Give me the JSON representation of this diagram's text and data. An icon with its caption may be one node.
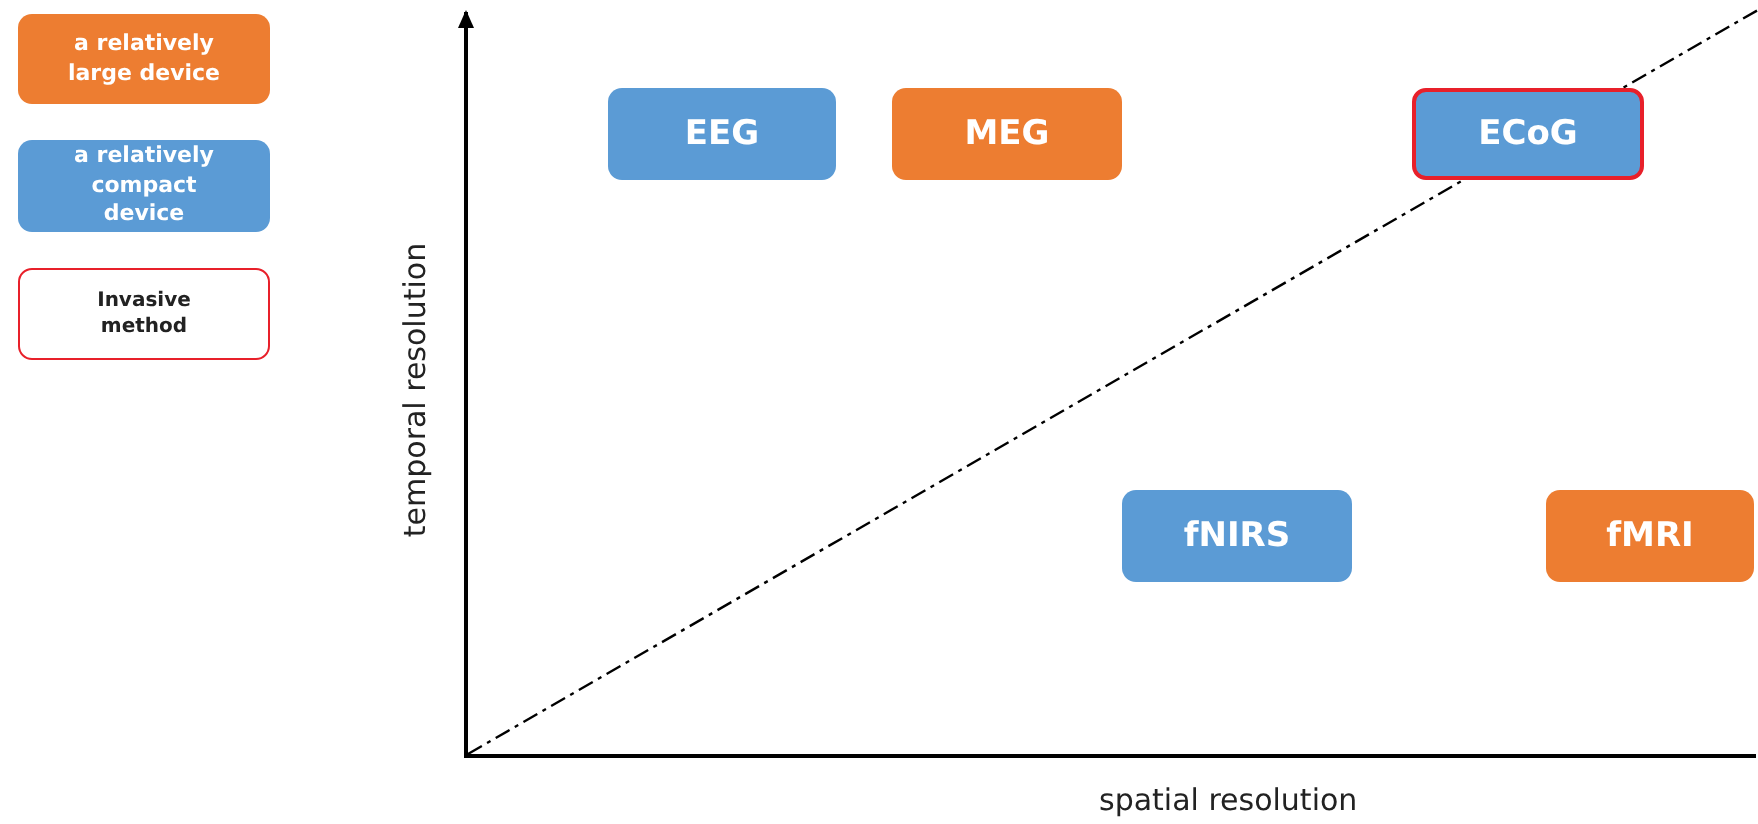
{
  "diagram": {
    "nodes": [
      {
        "text": [
          "EEG"
        ]
      },
      {
        "text": [
          "MEG"
        ]
      },
      {
        "text": [
          "ECoG"
        ]
      },
      {
        "text": [
          "fNIRS"
        ]
      },
      {
        "text": [
          "fMRI"
        ]
      }
    ],
    "labels": [
      "temporal resolution",
      "spatial resolution"
    ],
    "legend": [
      {
        "text": "a relatively large device",
        "color": "#ed7d31"
      },
      {
        "text": "a relatively compact device",
        "color": "#5b9bd5"
      },
      {
        "text": "Invasive method"
      }
    ]
  }
}
